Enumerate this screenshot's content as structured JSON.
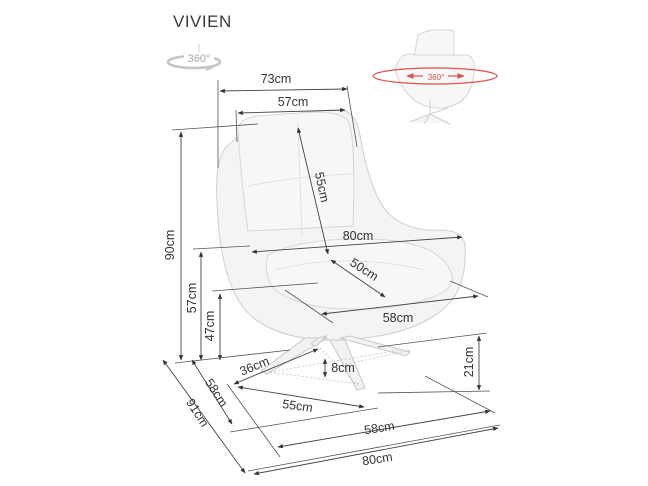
{
  "product": {
    "name": "VIVIEN",
    "rotation_badge": "360°",
    "thumbnail_rotation_label": "360°"
  },
  "dimensions": {
    "outer_width_top": "73cm",
    "inner_back_width": "57cm",
    "backrest_height": "55cm",
    "total_height": "90cm",
    "armrest_height": "57cm",
    "seat_height": "47cm",
    "overall_width": "80cm",
    "seat_depth": "50cm",
    "seat_width": "58cm",
    "base_height": "21cm",
    "leg_offset": "8cm",
    "leg_length": "36cm",
    "base_depth": "58cm",
    "base_span": "55cm",
    "total_depth": "91cm",
    "base_width": "58cm",
    "footprint_width": "80cm"
  },
  "colors": {
    "rotation_arrow": "#d9534f",
    "dimension_line": "#444444",
    "chair_fill": "#f4f4f4"
  }
}
